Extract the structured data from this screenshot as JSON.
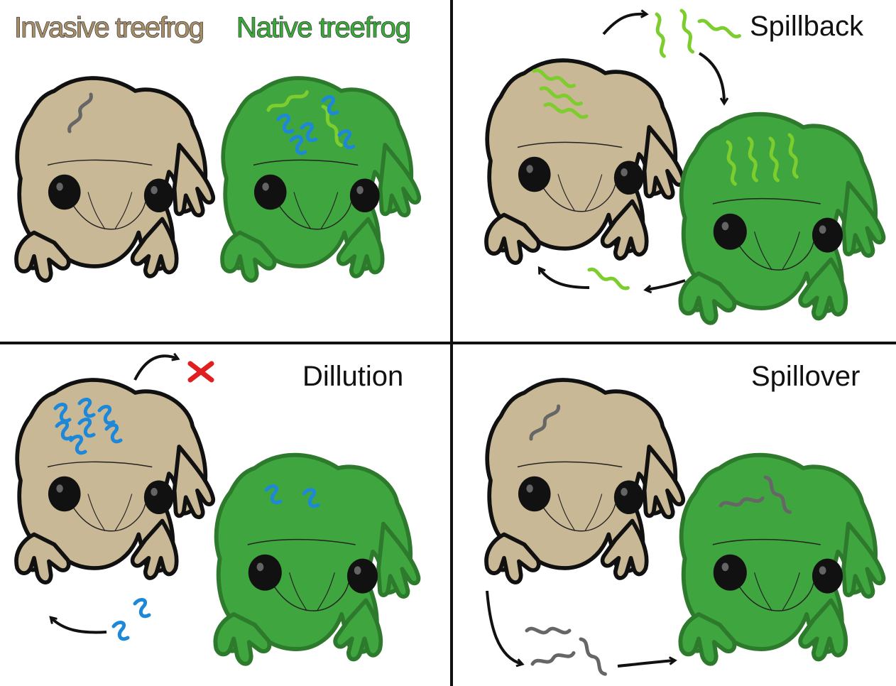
{
  "legend": {
    "invasive_label": "Invasive treefrog",
    "native_label": "Native treefrog"
  },
  "panels": {
    "top_right_title": "Spillback",
    "bottom_left_title": "Dillution",
    "bottom_right_title": "Spillover"
  },
  "colors": {
    "invasive_body": "#c9b896",
    "invasive_text": "#a68d68",
    "native_body": "#3fa63f",
    "native_dark": "#2d7a2d",
    "native_text": "#3aa93a",
    "parasite_blue": "#1e88d8",
    "parasite_green": "#7ccd2d",
    "parasite_gray": "#666666",
    "cross": "#e02020",
    "outline": "#111111"
  },
  "icons": [
    "invasive-frog-icon",
    "native-frog-icon",
    "blue-parasite-icon",
    "green-parasite-icon",
    "gray-parasite-icon",
    "arrow-icon",
    "red-x-icon"
  ]
}
